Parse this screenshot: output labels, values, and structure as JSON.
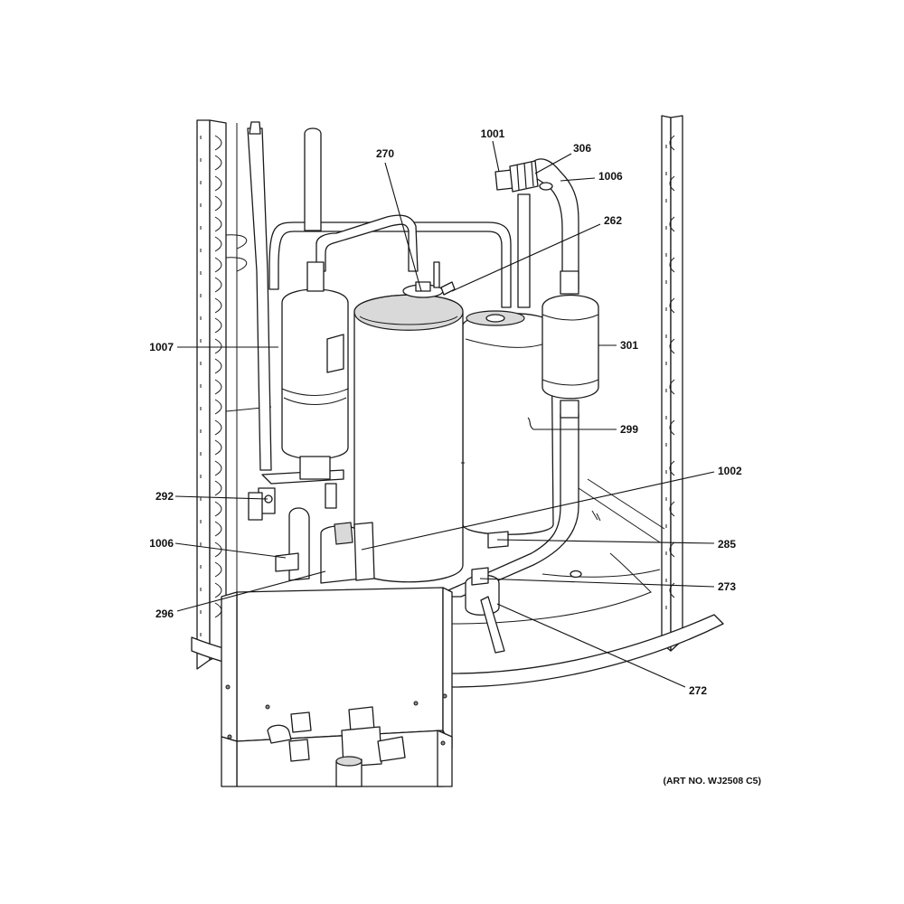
{
  "callouts": [
    {
      "id": "c1001",
      "label": "1001"
    },
    {
      "id": "c306",
      "label": "306"
    },
    {
      "id": "c1006a",
      "label": "1006"
    },
    {
      "id": "c270",
      "label": "270"
    },
    {
      "id": "c262",
      "label": "262"
    },
    {
      "id": "c1007",
      "label": "1007"
    },
    {
      "id": "c301",
      "label": "301"
    },
    {
      "id": "c299",
      "label": "299"
    },
    {
      "id": "c1002",
      "label": "1002"
    },
    {
      "id": "c292",
      "label": "292"
    },
    {
      "id": "c285",
      "label": "285"
    },
    {
      "id": "c1006b",
      "label": "1006"
    },
    {
      "id": "c273",
      "label": "273"
    },
    {
      "id": "c296",
      "label": "296"
    },
    {
      "id": "c272",
      "label": "272"
    }
  ],
  "art_number": "(ART NO. WJ2508 C5)"
}
